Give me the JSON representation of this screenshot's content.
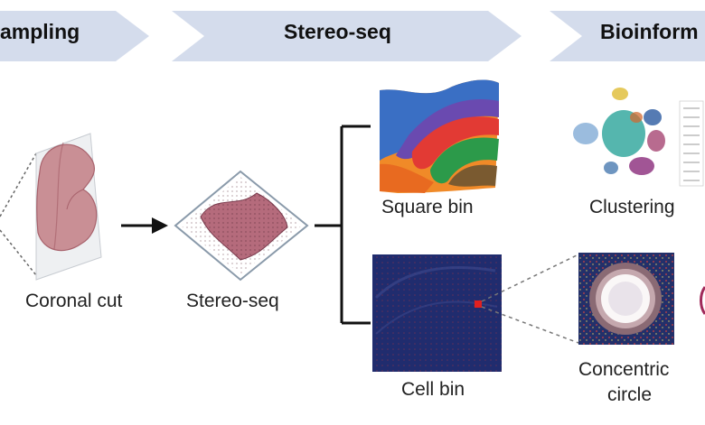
{
  "stages": [
    "ampling",
    "Stereo-seq",
    "Bioinform"
  ],
  "captions": {
    "coronal_cut": "Coronal cut",
    "stereo_seq": "Stereo-seq",
    "square_bin": "Square bin",
    "cell_bin": "Cell bin",
    "clustering": "Clustering",
    "concentric_line1": "Concentric",
    "concentric_line2": "circle"
  },
  "colors": {
    "banner": "#d4dcec",
    "tissue": "#c98f95",
    "tissue_dark": "#a8626c",
    "slide_tissue": "#b56b7c",
    "chip_dark": "#2a3070",
    "arrow": "#111111"
  },
  "icons": {
    "tissue": "brain-tissue-icon",
    "chip": "stereo-seq-chip-icon",
    "umap": "umap-cluster-icon"
  }
}
